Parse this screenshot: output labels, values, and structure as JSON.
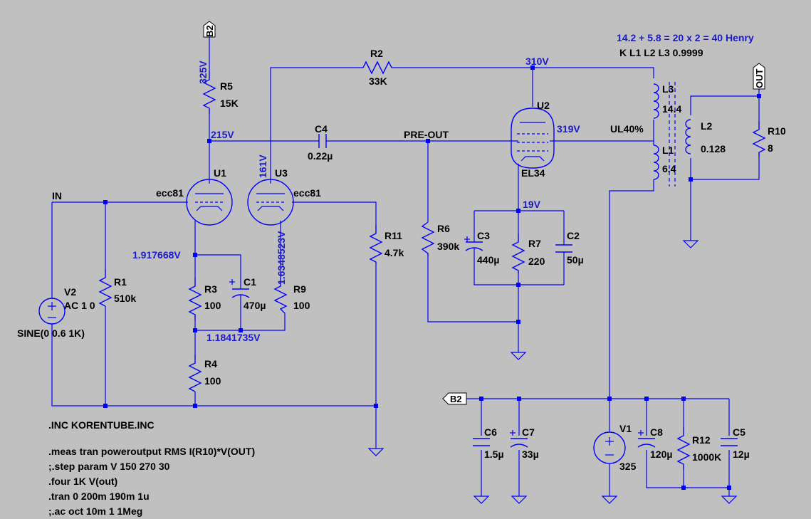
{
  "colors": {
    "wire": "#0000ff",
    "background": "#c0c0c0",
    "voltage_text": "#1a1acc",
    "label_text": "#000000"
  },
  "ports": {
    "b2_top": "B2",
    "b2_bottom": "B2",
    "out": "OUT"
  },
  "nets": {
    "in": "IN",
    "pre_out": "PRE-OUT",
    "ul": "UL40%"
  },
  "voltages": {
    "v325": "325V",
    "v215": "215V",
    "v161": "161V",
    "v310": "310V",
    "v319": "319V",
    "v19": "19V",
    "v1917": "1.917668V",
    "v1163": "1.634852​3V",
    "v1184": "1.1841735V"
  },
  "components": {
    "R1": {
      "name": "R1",
      "value": "510k"
    },
    "R2": {
      "name": "R2",
      "value": "33K"
    },
    "R3": {
      "name": "R3",
      "value": "100"
    },
    "R4": {
      "name": "R4",
      "value": "100"
    },
    "R5": {
      "name": "R5",
      "value": "15K"
    },
    "R6": {
      "name": "R6",
      "value": "390k"
    },
    "R7": {
      "name": "R7",
      "value": "220"
    },
    "R9": {
      "name": "R9",
      "value": "100"
    },
    "R10": {
      "name": "R10",
      "value": "8"
    },
    "R11": {
      "name": "R11",
      "value": "4.7k"
    },
    "R12": {
      "name": "R12",
      "value": "1000K"
    },
    "C1": {
      "name": "C1",
      "value": "470µ"
    },
    "C2": {
      "name": "C2",
      "value": "50µ"
    },
    "C3": {
      "name": "C3",
      "value": "440µ"
    },
    "C4": {
      "name": "C4",
      "value": "0.22µ"
    },
    "C5": {
      "name": "C5",
      "value": "12µ"
    },
    "C6": {
      "name": "C6",
      "value": "1.5µ"
    },
    "C7": {
      "name": "C7",
      "value": "33µ"
    },
    "C8": {
      "name": "C8",
      "value": "120µ"
    },
    "L1": {
      "name": "L1",
      "value": "6.4"
    },
    "L2": {
      "name": "L2",
      "value": "0.128"
    },
    "L3": {
      "name": "L3",
      "value": "14.4"
    },
    "U1": {
      "name": "U1",
      "value": "ecc81"
    },
    "U2": {
      "name": "U2",
      "value": "EL34"
    },
    "U3": {
      "name": "U3",
      "value": "ecc81"
    },
    "V1": {
      "name": "V1",
      "value": "325"
    },
    "V2": {
      "name": "V2",
      "value": "AC 1 0",
      "extra": "SINE(0 0.6 1K)"
    }
  },
  "notes": {
    "henry": "14.2 + 5.8 = 20 x 2 = 40 Henry",
    "coupling": "K L1 L2 L3 0.9999"
  },
  "directives": [
    ".INC KORENTUBE.INC",
    ".meas tran poweroutput RMS I(R10)*V(OUT)",
    ";.step param V 150 270 30",
    ".four 1K V(out)",
    ".tran 0 200m 190m 1u",
    ";.ac oct 10m 1 1Meg"
  ]
}
